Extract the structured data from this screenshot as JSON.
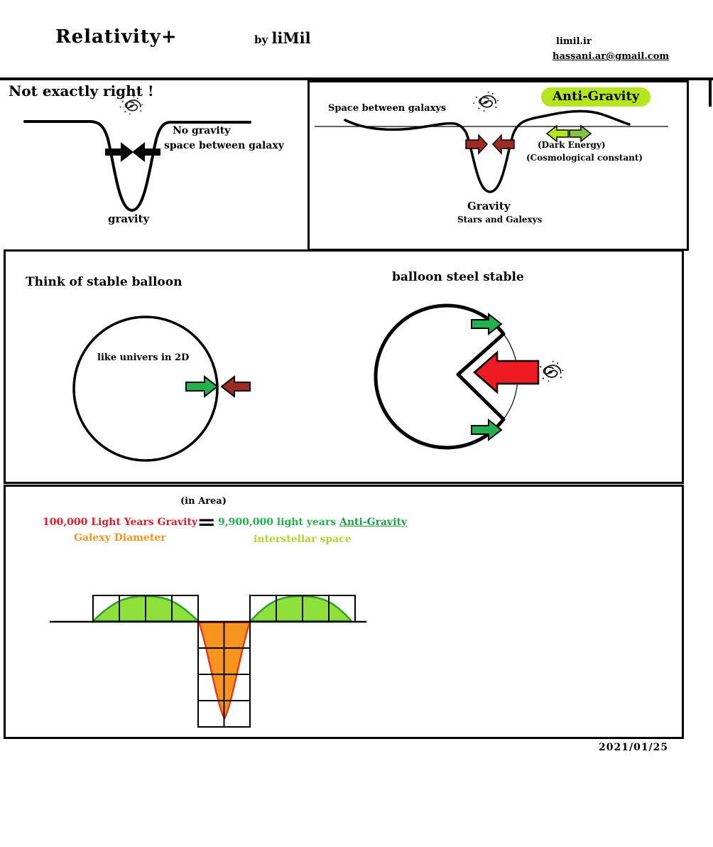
{
  "header": {
    "title": "Relativity+",
    "by": "by",
    "author": "liMil",
    "site": "limil.ir",
    "email": "hassani.ar@gmail.com"
  },
  "wrong_panel": {
    "heading": "Not exactly right !",
    "no_gravity": "No gravity",
    "space_between": "space between galaxy",
    "gravity": "gravity"
  },
  "right_panel": {
    "space_between_galaxys": "Space between galaxys",
    "anti_gravity_badge": "Anti-Gravity",
    "dark_energy": "(Dark Energy)",
    "cosmological": "(Cosmological constant)",
    "gravity": "Gravity",
    "stars_and_galexys": "Stars and Galexys"
  },
  "balloon_panel": {
    "heading_left": "Think of stable balloon",
    "heading_right": "balloon steel stable",
    "universe_label": "like univers in 2D"
  },
  "area_panel": {
    "in_area": "(in Area)",
    "left_numerator": "100,000 Light Years Gravity",
    "left_denominator": "Galexy Diameter",
    "equals": "=",
    "right_numerator_prefix": "9,900,000 light years ",
    "right_numerator_anti": "Anti-Gravity",
    "right_denominator": "interstellar space"
  },
  "footer": {
    "date": "2021/01/25"
  },
  "colors": {
    "red_text": "#d81e2c",
    "orange_text": "#f7941d",
    "green_text": "#22b14c",
    "yellow_green_text": "#b3d334",
    "badge_bg": "#b5e61d",
    "arrow_green": "#22b14c",
    "arrow_red_dark": "#9e2b25",
    "arrow_red_bright": "#ed1c24",
    "hump_fill": "#8ee03a",
    "dip_fill": "#f7941d"
  },
  "icons": {
    "galaxy": "spiral-galaxy"
  }
}
